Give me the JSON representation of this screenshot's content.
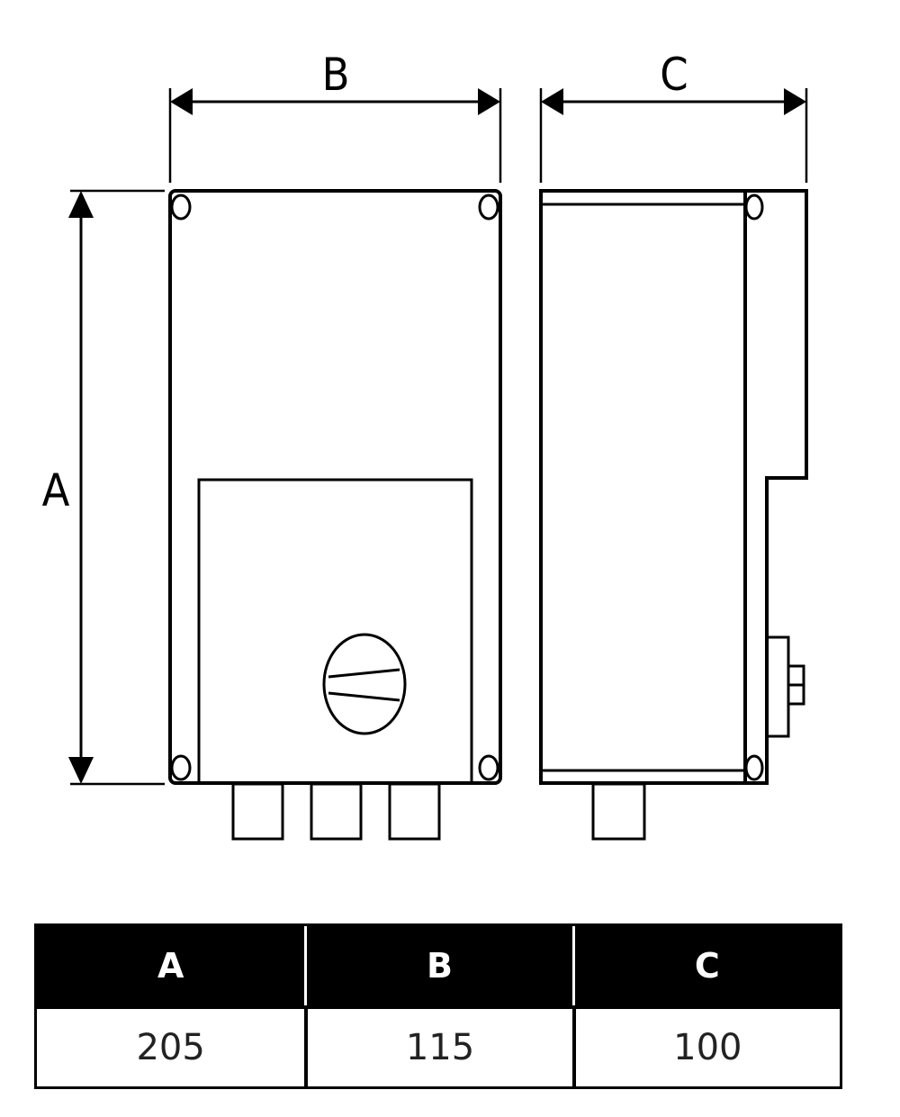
{
  "diagram": {
    "labels": {
      "a": "A",
      "b": "B",
      "c": "C"
    }
  },
  "table": {
    "headers": [
      "A",
      "B",
      "C"
    ],
    "values": [
      "205",
      "115",
      "100"
    ]
  }
}
